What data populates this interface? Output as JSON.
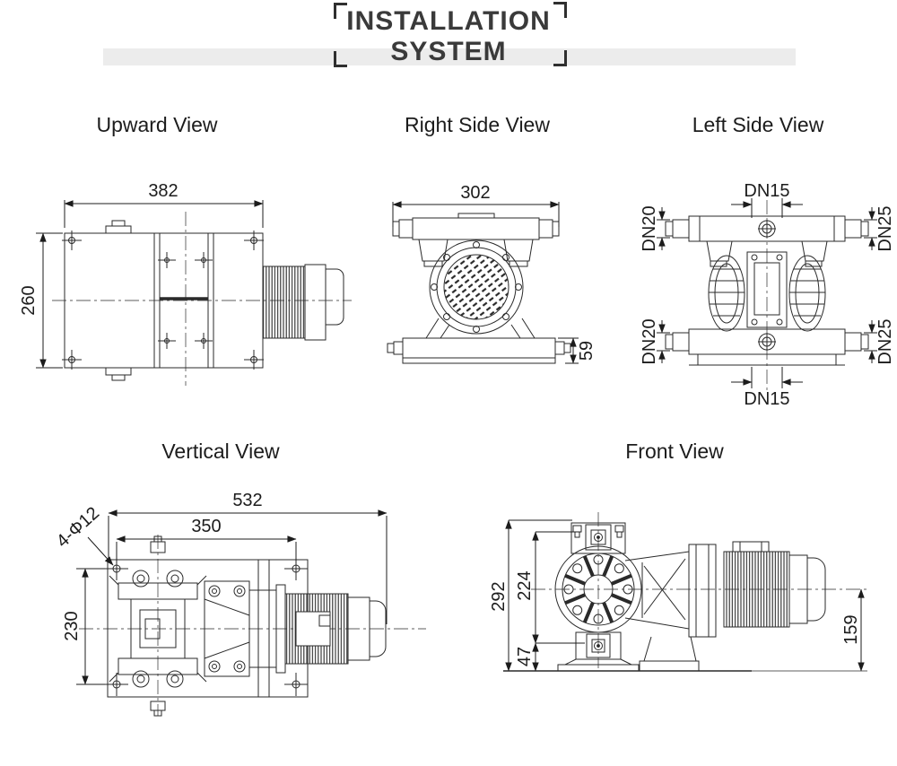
{
  "header": {
    "title_line1": "INSTALLATION",
    "title_line2": "SYSTEM"
  },
  "views": {
    "upward": {
      "label": "Upward View",
      "dims": {
        "overall_width": "382",
        "overall_depth": "260"
      }
    },
    "right_side": {
      "label": "Right Side View",
      "dims": {
        "overall_width": "302",
        "base_height": "59"
      }
    },
    "left_side": {
      "label": "Left Side View",
      "ports": {
        "top_center": "DN15",
        "top_left": "DN20",
        "top_right": "DN25",
        "bottom_left": "DN20",
        "bottom_right": "DN25",
        "bottom_center": "DN15"
      }
    },
    "vertical": {
      "label": "Vertical View",
      "dims": {
        "overall_length": "532",
        "bolt_spacing_length": "350",
        "bolt_holes": "4-Φ12",
        "bolt_spacing_width": "230"
      }
    },
    "front": {
      "label": "Front View",
      "dims": {
        "overall_height": "292",
        "pump_top_height": "224",
        "foot_height": "47",
        "shaft_center_height": "159"
      }
    }
  },
  "colors": {
    "background": "#ffffff",
    "band": "#ececec",
    "title_text": "#3a3a3a",
    "label_text": "#1c1c1c",
    "line": "#2a2a2a"
  }
}
